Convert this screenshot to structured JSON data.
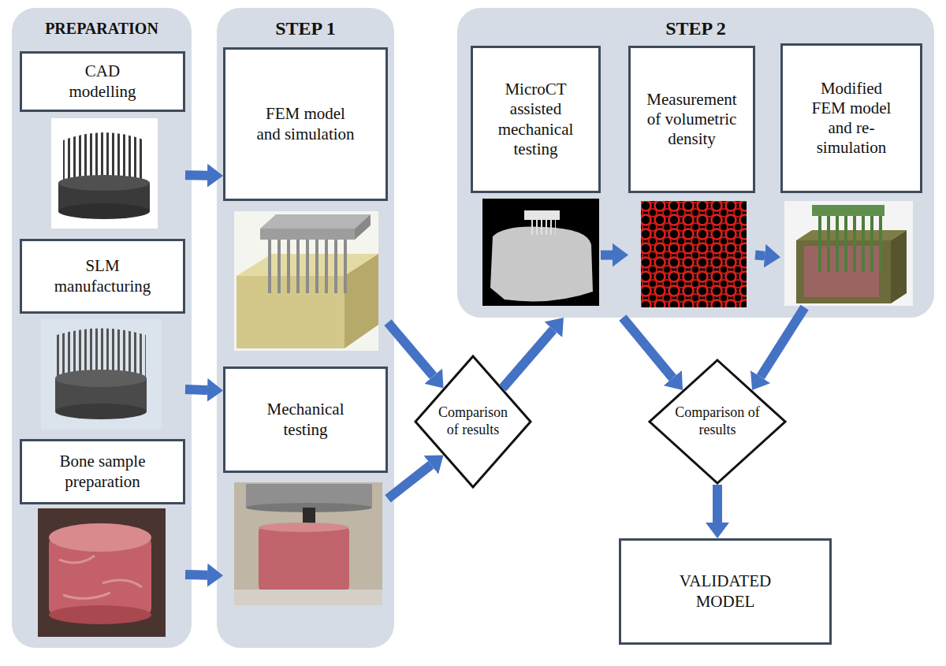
{
  "diagram": {
    "nodes": [
      {
        "text": [
          "PREPARATION"
        ]
      },
      {
        "text": [
          "CAD modelling"
        ],
        "in": 0
      },
      {
        "text": [
          "SLM manufacturing"
        ],
        "in": 0
      },
      {
        "text": [
          "Bone sample preparation"
        ],
        "in": 0
      },
      {
        "text": [
          "STEP 1"
        ]
      },
      {
        "text": [
          "FEM model and simulation"
        ],
        "in": 4
      },
      {
        "text": [
          "Mechanical testing"
        ],
        "in": 4
      },
      {
        "text": [
          "Comparison of results"
        ]
      },
      {
        "text": [
          "STEP 2"
        ]
      },
      {
        "text": [
          "MicroCT assisted mechanical testing"
        ],
        "in": 8
      },
      {
        "text": [
          "Measurement of volumetric density"
        ],
        "in": 8
      },
      {
        "text": [
          "Modified FEM model and re-simulation"
        ],
        "in": 8
      },
      {
        "text": [
          "Comparison of results"
        ]
      },
      {
        "text": [
          "VALIDATED MODEL"
        ]
      }
    ],
    "edges": [
      {
        "from": 1,
        "to": 5,
        "arrow": "to"
      },
      {
        "from": 2,
        "to": 6,
        "arrow": "to"
      },
      {
        "from": 3,
        "to": 6,
        "arrow": "to"
      },
      {
        "from": 5,
        "to": 7,
        "arrow": "to"
      },
      {
        "from": 6,
        "to": 7,
        "arrow": "to"
      },
      {
        "from": 7,
        "to": 8,
        "arrow": "to"
      },
      {
        "from": 9,
        "to": 10,
        "arrow": "to"
      },
      {
        "from": 10,
        "to": 11,
        "arrow": "to"
      },
      {
        "from": 8,
        "to": 12,
        "arrow": "to"
      },
      {
        "from": 11,
        "to": 12,
        "arrow": "to"
      },
      {
        "from": 12,
        "to": 13,
        "arrow": "to"
      }
    ]
  }
}
